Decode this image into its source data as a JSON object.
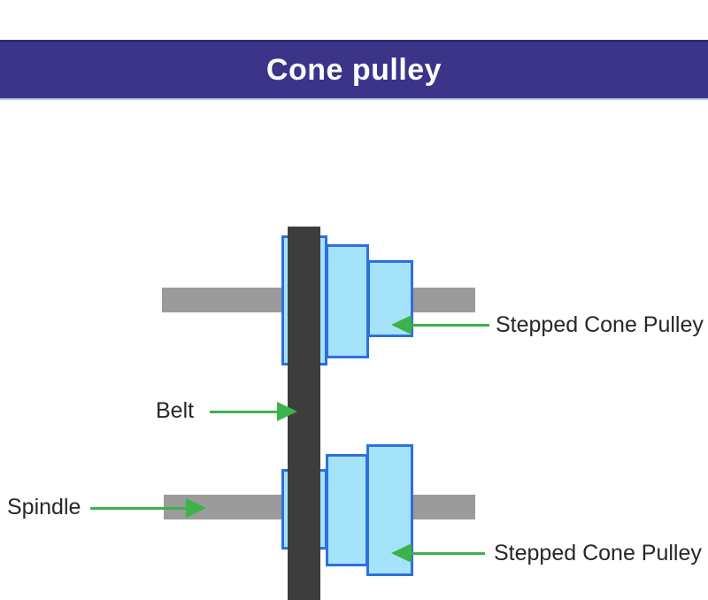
{
  "header": {
    "title": "Cone pulley"
  },
  "labels": {
    "stepped_cone_pulley_top": "Stepped Cone Pulley",
    "stepped_cone_pulley_bottom": "Stepped Cone Pulley",
    "belt": "Belt",
    "spindle": "Spindle"
  },
  "diagram": {
    "type": "annotated-mechanism-diagram",
    "subject": "Cone pulley drive: two stepped cone pulleys mounted on parallel spindles, connected by a vertical belt",
    "parts": [
      {
        "name": "stepped-cone-pulley-top",
        "steps": 3,
        "orientation": "largest step nearest belt, smallest at right"
      },
      {
        "name": "stepped-cone-pulley-bottom",
        "steps": 3,
        "orientation": "smallest step nearest belt, largest at right"
      },
      {
        "name": "belt",
        "orientation": "vertical, connects the two pulleys"
      },
      {
        "name": "spindle",
        "count": 2,
        "orientation": "horizontal shafts through pulley centers"
      }
    ]
  },
  "colors": {
    "banner": "#3b3489",
    "banner_border_top": "#2e2a72",
    "banner_border_bottom": "#b9c6e4",
    "pulley_fill": "#a5e3fb",
    "pulley_border": "#2d70dd",
    "belt": "#3d3d3d",
    "shaft": "#9b9b9b",
    "arrow": "#3cb24a",
    "label_text": "#272727",
    "title_text": "#ffffff"
  }
}
